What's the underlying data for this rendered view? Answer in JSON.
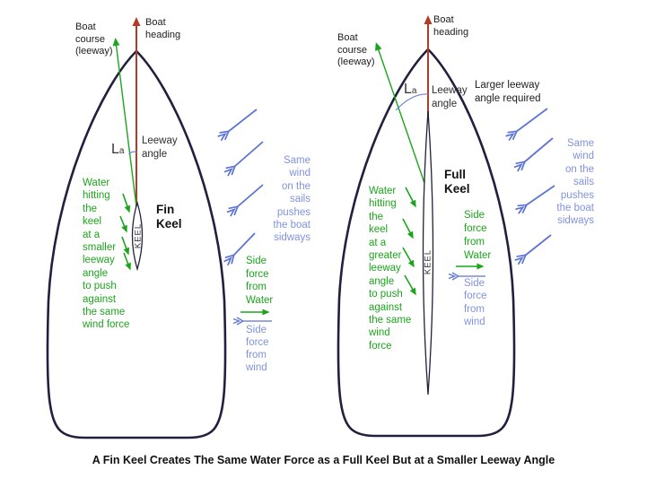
{
  "colors": {
    "hull": "#20203f",
    "red": "#b43c26",
    "green": "#1ca51c",
    "blue": "#5c74d4",
    "blue_text": "#8292de",
    "black": "#1c1c1c"
  },
  "caption": "A Fin Keel Creates The Same Water Force as a Full Keel But at a Smaller Leeway Angle",
  "left_boat": {
    "heading_label": "Boat\nheading",
    "course_label": "Boat\ncourse\n(leeway)",
    "la_main": "L",
    "la_sub": "a",
    "leeway_angle_label": "Leeway\nangle",
    "keel_type_label": "Fin\nKeel",
    "keel_label": "KEEL",
    "water_text": "Water\nhitting\nthe\nkeel\nat a\nsmaller\nleeway\nangle\nto push\nagainst\nthe same\nwind force",
    "wind_text": "Same\nwind\non the\nsails\npushes\nthe boat\nsidways",
    "side_force_water": "Side\nforce\nfrom\nWater",
    "side_force_wind": "Side\nforce\nfrom\nwind"
  },
  "right_boat": {
    "heading_label": "Boat\nheading",
    "course_label": "Boat\ncourse\n(leeway)",
    "la_main": "L",
    "la_sub": "a",
    "leeway_angle_label": "Leeway\nangle",
    "larger_leeway_label": "Larger leeway\nangle required",
    "keel_type_label": "Full\nKeel",
    "keel_label": "KEEL",
    "water_text": "Water\nhitting\nthe\nkeel\nat a\ngreater\nleeway\nangle\nto push\nagainst\nthe same\nwind\nforce",
    "wind_text": "Same\nwind\non the\nsails\npushes\nthe boat\nsidways",
    "side_force_water": "Side\nforce\nfrom\nWater",
    "side_force_wind": "Side\nforce\nfrom\nwind"
  }
}
